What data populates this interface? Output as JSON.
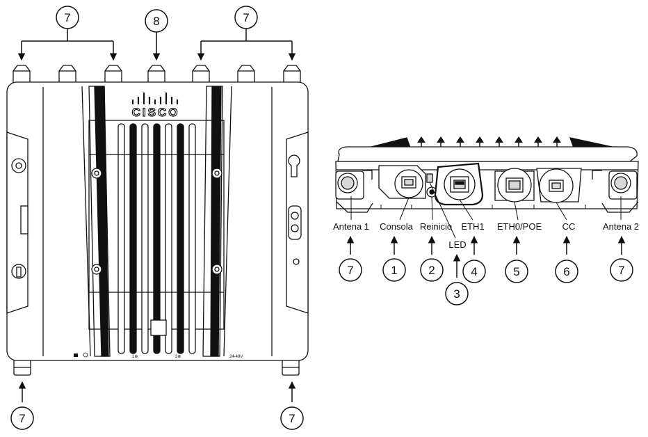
{
  "front_view": {
    "brand_logo": "CISCO",
    "callouts": [
      "7",
      "8",
      "7",
      "7",
      "7"
    ],
    "panel_markings": [
      "1⊕",
      "3⊕",
      "24-48V"
    ]
  },
  "bottom_view": {
    "ports": {
      "antenna1": "Antena 1",
      "console": "Consola",
      "reset": "Reinicio",
      "led": "LED",
      "eth1": "ETH1",
      "eth0": "ETH0/POE",
      "dc": "CC",
      "antenna2": "Antena 2"
    },
    "callouts": {
      "antenna1": "7",
      "console": "1",
      "reset": "2",
      "led": "3",
      "eth1": "4",
      "eth0": "5",
      "dc": "6",
      "antenna2": "7"
    }
  },
  "colors": {
    "line": "#111111",
    "fill": "#ffffff",
    "shade": "#d8d8d8"
  }
}
